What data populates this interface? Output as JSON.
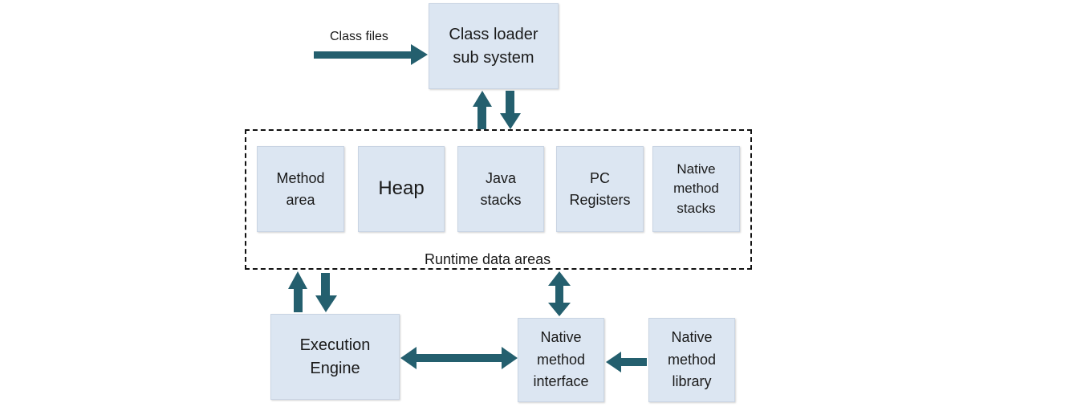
{
  "diagram": {
    "class_files_label": "Class files",
    "class_loader": "Class loader\nsub system",
    "runtime_label": "Runtime data areas",
    "areas": {
      "method_area": "Method\narea",
      "heap": "Heap",
      "java_stacks": "Java\nstacks",
      "pc_registers": "PC\nRegisters",
      "native_method_stacks": "Native\nmethod\nstacks"
    },
    "execution_engine": "Execution\nEngine",
    "native_method_interface": "Native\nmethod\ninterface",
    "native_method_library": "Native\nmethod\nlibrary",
    "colors": {
      "arrow": "#245f6e",
      "box_fill": "#dce6f2"
    }
  }
}
